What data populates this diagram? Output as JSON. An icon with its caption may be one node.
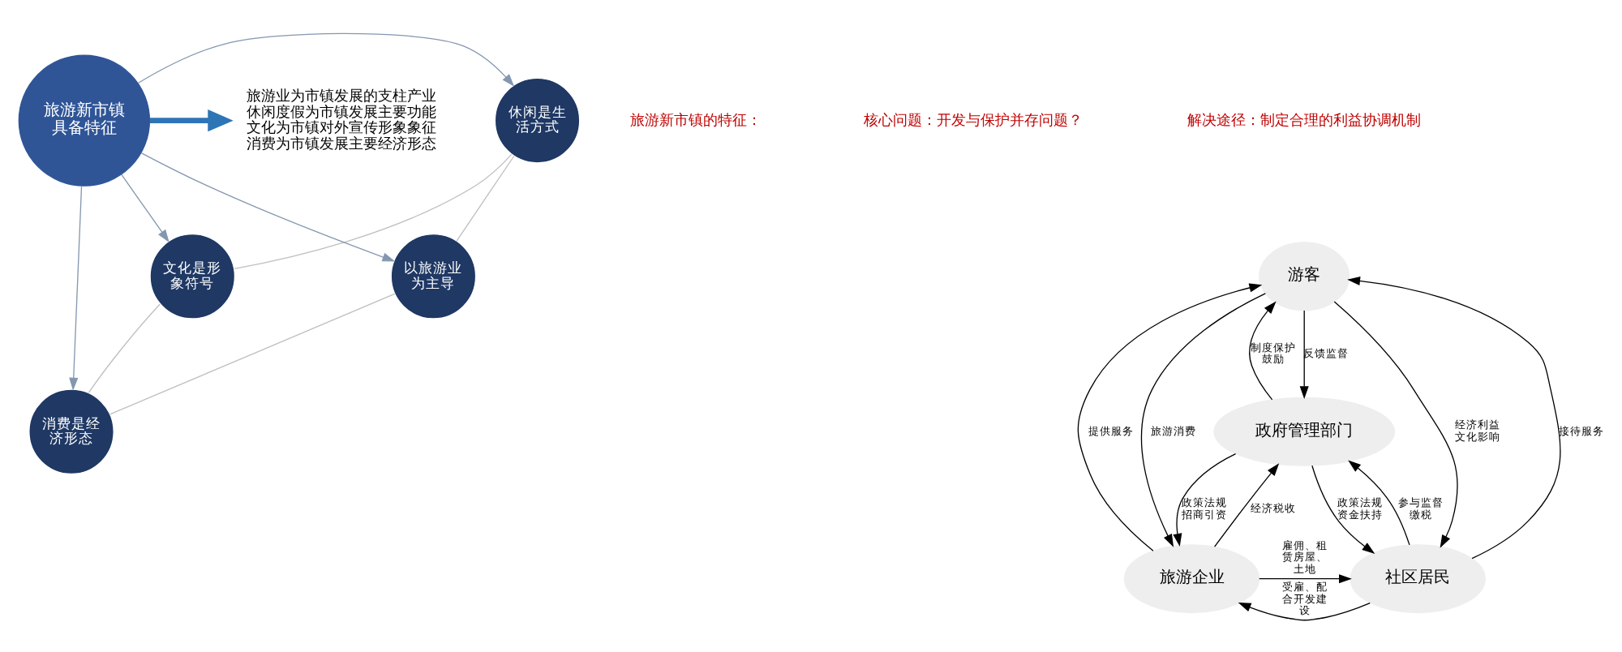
{
  "diagram": {
    "nodes": [
      {
        "text": [
          "以旅游业为主导"
        ]
      },
      {
        "text": [
          "休闲是生活方式"
        ]
      },
      {
        "text": [
          "旅游新市镇具备特征"
        ]
      },
      {
        "text": [
          "旅游业为市镇发展的支柱产业",
          "休闲度假为市镇发展主要功能",
          "文化为市镇对外宣传形象象征",
          "消费为市镇发展主要经济形态"
        ]
      },
      {
        "text": [
          "文化是形象符号"
        ]
      },
      {
        "text": [
          "消费是经济形态"
        ]
      },
      {
        "text": [
          "游客"
        ]
      },
      {
        "text": [
          "政府管理部门"
        ]
      },
      {
        "text": [
          "旅游企业"
        ]
      },
      {
        "text": [
          "社区居民"
        ]
      }
    ],
    "edges": [
      {
        "from": 2,
        "to": 0,
        "arrow": "to",
        "color": "#8497b0"
      },
      {
        "from": 2,
        "to": 1,
        "arrow": "to",
        "color": "#8497b0"
      },
      {
        "from": 2,
        "to": 5,
        "arrow": "to",
        "color": "#8497b0"
      },
      {
        "from": 2,
        "to": 4,
        "arrow": "to",
        "color": "#8497b0"
      },
      {
        "from": 2,
        "to": 3,
        "arrow": "to",
        "style": "thick",
        "color": "#2e75b6"
      },
      {
        "from": 0,
        "to": 1,
        "arrow": "none",
        "color": "#bfbfbf"
      },
      {
        "from": 1,
        "to": 4,
        "arrow": "none",
        "color": "#bfbfbf"
      },
      {
        "from": 4,
        "to": 5,
        "arrow": "none",
        "color": "#bfbfbf"
      },
      {
        "from": 5,
        "to": 0,
        "arrow": "none",
        "color": "#bfbfbf"
      },
      {
        "from": 6,
        "to": 8,
        "arrow": "to",
        "label": "旅游消费"
      },
      {
        "from": 8,
        "to": 6,
        "arrow": "to",
        "label": "提供服务"
      },
      {
        "from": 6,
        "to": 7,
        "arrow": "to",
        "label": "反馈监督"
      },
      {
        "from": 7,
        "to": 6,
        "arrow": "to",
        "label": "制度保护鼓励"
      },
      {
        "from": 9,
        "to": 6,
        "arrow": "to",
        "label": "接待服务"
      },
      {
        "from": 6,
        "to": 9,
        "arrow": "to",
        "label": "经济利益文化影响"
      },
      {
        "from": 8,
        "to": 7,
        "arrow": "to",
        "label": "经济税收"
      },
      {
        "from": 7,
        "to": 8,
        "arrow": "to",
        "label": "政策法规招商引资"
      },
      {
        "from": 7,
        "to": 9,
        "arrow": "to",
        "label": "政策法规资金扶持"
      },
      {
        "from": 9,
        "to": 7,
        "arrow": "to",
        "label": "参与监督缴税"
      },
      {
        "from": 8,
        "to": 9,
        "arrow": "to",
        "label": "雇佣、租赁房屋、土地"
      },
      {
        "from": 9,
        "to": 8,
        "arrow": "to",
        "label": "受雇、配合开发建设"
      }
    ],
    "labels": [
      "旅游新市镇的特征：",
      "核心问题：开发与保护并存问题？",
      "解决途径：制定合理的利益协调机制"
    ]
  }
}
